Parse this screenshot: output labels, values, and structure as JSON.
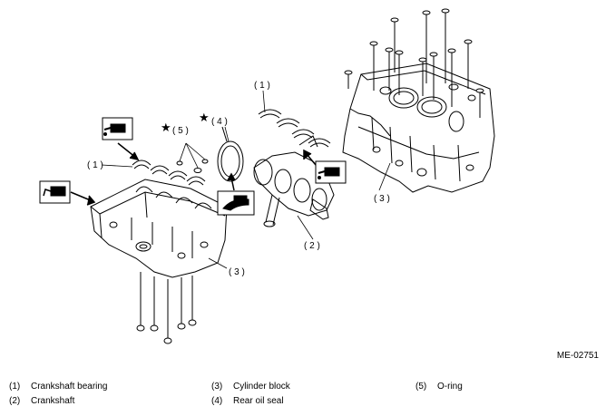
{
  "figure_id": "ME-02751",
  "callouts": {
    "bearing_left": "( 1 )",
    "bearing_top": "( 1 )",
    "crankshaft": "( 2 )",
    "block_left": "( 3 )",
    "block_right": "( 3 )",
    "seal": "( 4 )",
    "oring": "( 5 )",
    "star": "★"
  },
  "legend": [
    {
      "num": "(1)",
      "label": "Crankshaft bearing"
    },
    {
      "num": "(2)",
      "label": "Crankshaft"
    },
    {
      "num": "(3)",
      "label": "Cylinder block"
    },
    {
      "num": "(4)",
      "label": "Rear oil seal"
    },
    {
      "num": "(5)",
      "label": "O-ring"
    }
  ],
  "icons": [
    "oil-can-icon",
    "sealant-icon",
    "grease-hand-icon"
  ]
}
